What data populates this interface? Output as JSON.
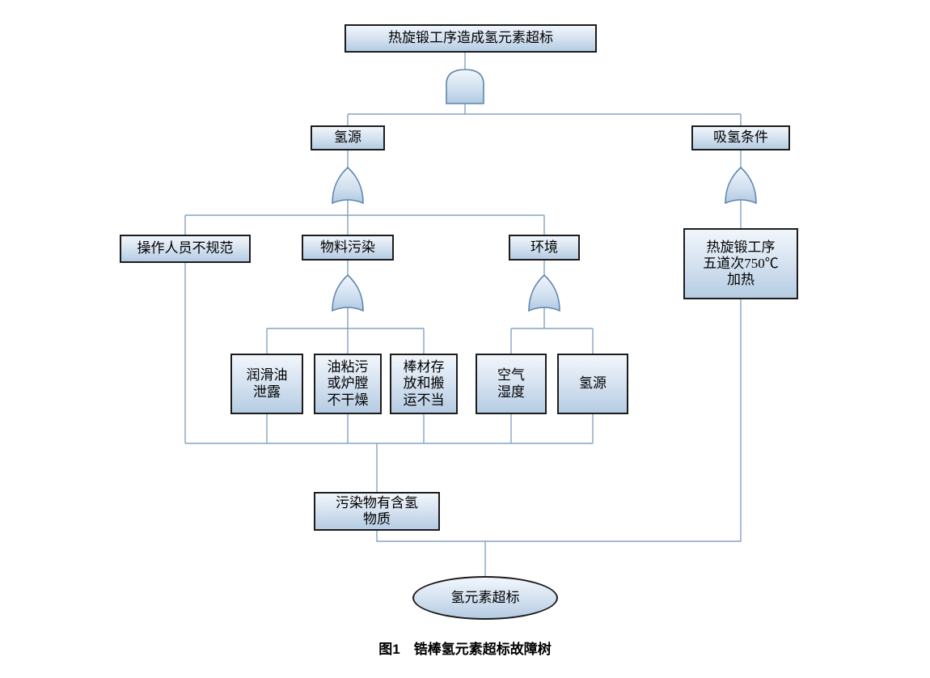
{
  "figure": {
    "caption": "图1　锆棒氢元素超标故障树"
  },
  "nodes": {
    "root": "热旋锻工序造成氢元素超标",
    "hydrogen_source": "氢源",
    "absorb_condition": "吸氢条件",
    "operator": "操作人员不规范",
    "material": "物料污染",
    "environment": "环境",
    "forging_heat": "热旋锻工序\n五道次750℃\n加热",
    "lube_leak": "润滑油\n泄露",
    "oil_stain": "油粘污\n或炉膛\n不干燥",
    "bar_handling": "棒材存\n放和搬\n运不当",
    "humidity": "空气\n湿度",
    "hydrogen_source_2": "氢源",
    "pollutant": "污染物有含氢\n物质",
    "result": "氢元素超标"
  },
  "gates": {
    "root_gate": "AND",
    "hydrogen_source_gate": "OR",
    "absorb_condition_gate": "OR",
    "material_gate": "OR",
    "environment_gate": "OR"
  },
  "colors": {
    "line-color": "#85a3c2",
    "gate-stroke": "#5f86ad",
    "box-border": "#1c1c1c",
    "box-fill-top": "#f1f6fb",
    "box-fill-bottom": "#b5cce3"
  }
}
